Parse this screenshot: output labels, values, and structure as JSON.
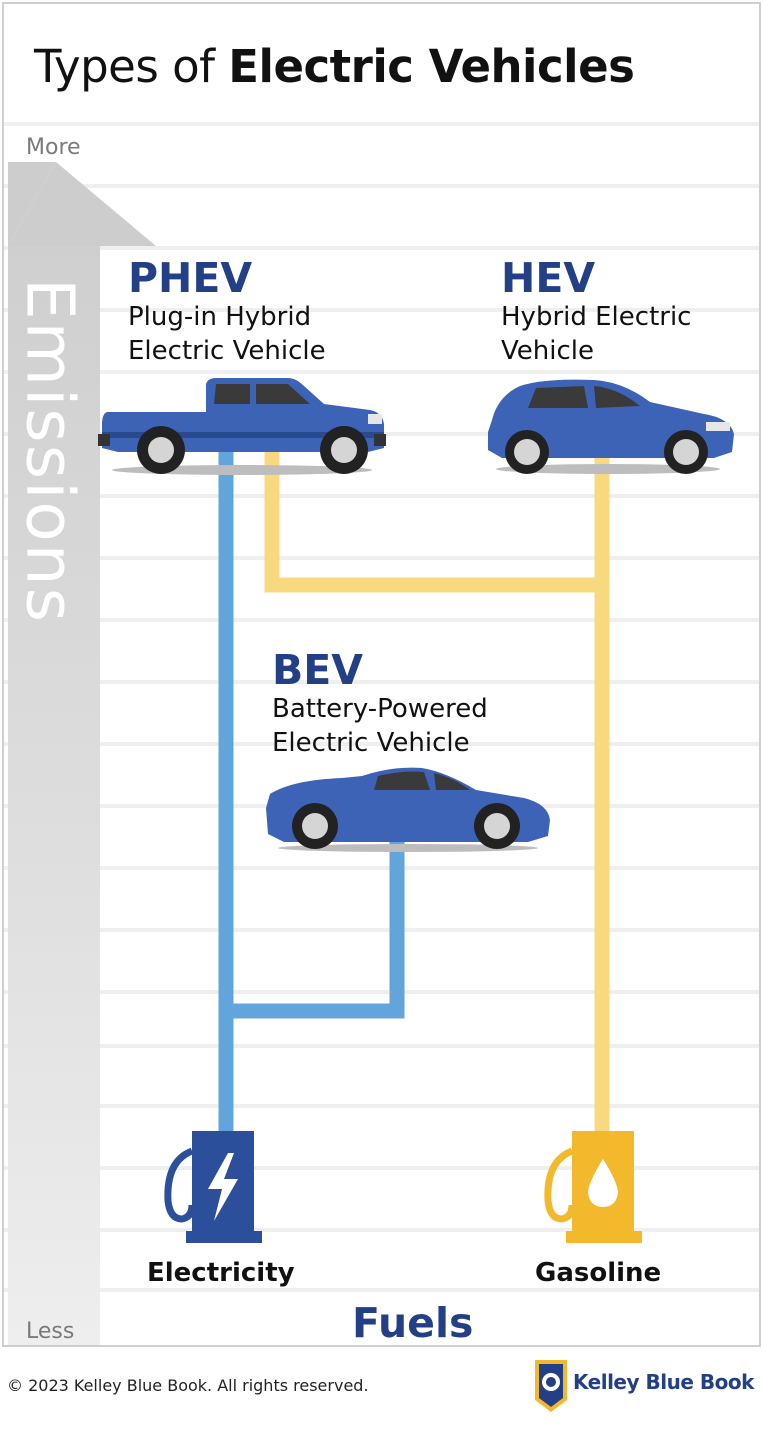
{
  "title": {
    "regular": "Types of ",
    "bold": "Electric Vehicles"
  },
  "y_axis": {
    "title": "Emissions",
    "top_label": "More",
    "bottom_label": "Less"
  },
  "x_axis": {
    "title": "Fuels"
  },
  "vehicles": [
    {
      "abbr": "PHEV",
      "name_line1": "Plug-in Hybrid",
      "name_line2": "Electric Vehicle",
      "icon": "pickup-truck-icon",
      "fuels": [
        "Electricity",
        "Gasoline"
      ]
    },
    {
      "abbr": "HEV",
      "name_line1": "Hybrid Electric",
      "name_line2": "Vehicle",
      "icon": "hatchback-car-icon",
      "fuels": [
        "Gasoline"
      ]
    },
    {
      "abbr": "BEV",
      "name_line1": "Battery-Powered",
      "name_line2": "Electric Vehicle",
      "icon": "sports-car-icon",
      "fuels": [
        "Electricity"
      ]
    }
  ],
  "fuels": [
    {
      "label": "Electricity",
      "icon": "electric-pump-icon",
      "color": "#2b4f9a"
    },
    {
      "label": "Gasoline",
      "icon": "gas-pump-icon",
      "color": "#f2b92c"
    }
  ],
  "colors": {
    "vehicle_blue": "#3d63b7",
    "electric_line": "#62a4dc",
    "gas_line": "#f9d97f",
    "heading_navy": "#233f86"
  },
  "footer": {
    "copyright": "© 2023 Kelley Blue Book. All rights reserved.",
    "logo_text": "Kelley Blue Book"
  }
}
